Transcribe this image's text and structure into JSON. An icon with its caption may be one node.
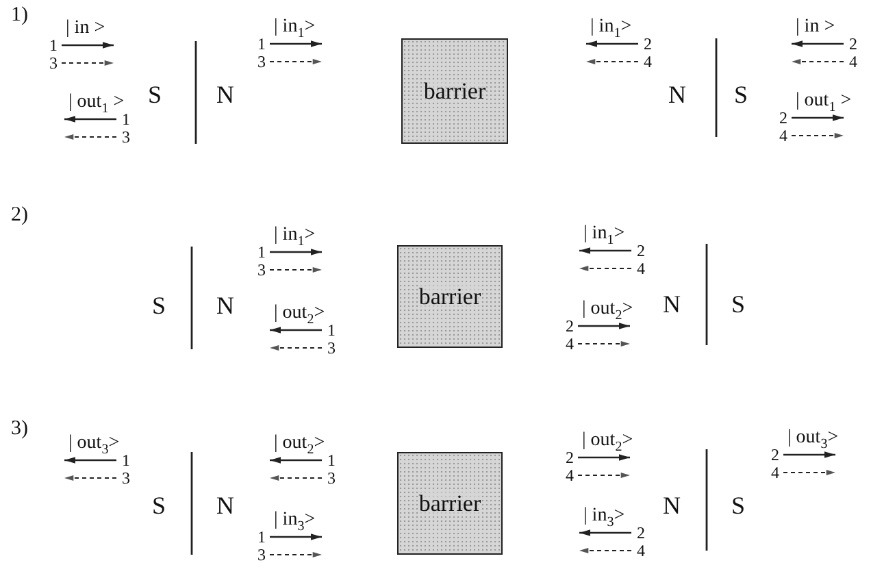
{
  "diagram": {
    "nodes": [
      {
        "text": [
          "barrier"
        ]
      },
      {
        "text": [
          "barrier"
        ]
      },
      {
        "text": [
          "barrier"
        ]
      }
    ],
    "labels": [
      "1)",
      "| in >",
      "1",
      "3",
      "| out$_{1}$ >",
      "1",
      "3",
      "S",
      "N",
      "| in$_{1}$>",
      "1",
      "3",
      "| in$_{1}$>",
      "2",
      "4",
      "N",
      "S",
      "| in >",
      "2",
      "4",
      "| out$_{1}$ >",
      "2",
      "4",
      "2)",
      "S",
      "N",
      "| in$_{1}$>",
      "1",
      "3",
      "| out$_{2}$>",
      "1",
      "3",
      "| in$_{1}$>",
      "2",
      "4",
      "| out$_{2}$>",
      "2",
      "4",
      "N",
      "S",
      "3)",
      "| out$_{3}$>",
      "1",
      "3",
      "S",
      "N",
      "| out$_{2}$>",
      "1",
      "3",
      "| in$_{3}$>",
      "1",
      "3",
      "| out$_{2}$>",
      "2",
      "4",
      "| in$_{3}$>",
      "2",
      "4",
      "N",
      "S",
      "| out$_{3}$>",
      "2",
      "4"
    ]
  }
}
